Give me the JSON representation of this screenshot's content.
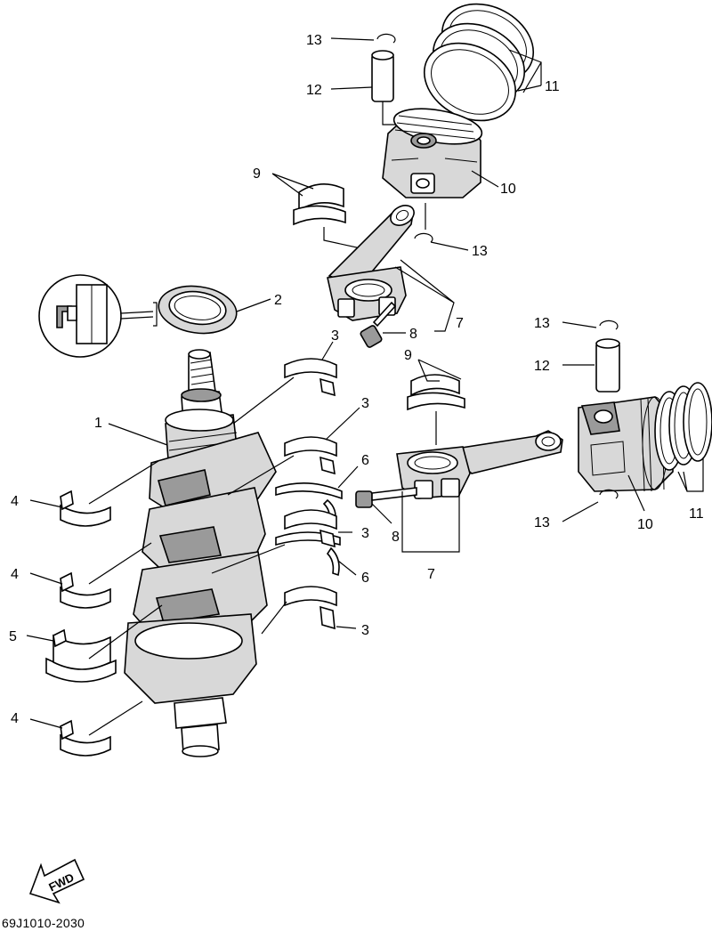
{
  "diagram": {
    "code": "69J1010-2030",
    "fwd_label": "FWD",
    "callouts": {
      "c1": "1",
      "c2": "2",
      "c3a": "3",
      "c3b": "3",
      "c3c": "3",
      "c3d": "3",
      "c4a": "4",
      "c4b": "4",
      "c4c": "4",
      "c5": "5",
      "c6a": "6",
      "c6b": "6",
      "c7a": "7",
      "c7b": "7",
      "c8a": "8",
      "c8b": "8",
      "c9a": "9",
      "c9b": "9",
      "c10a": "10",
      "c10b": "10",
      "c11a": "11",
      "c11b": "11",
      "c12a": "12",
      "c12b": "12",
      "c13a": "13",
      "c13b": "13",
      "c13c": "13",
      "c13d": "13"
    },
    "icons": [
      "oil-seal-detail-icon",
      "fwd-arrow-icon"
    ]
  }
}
